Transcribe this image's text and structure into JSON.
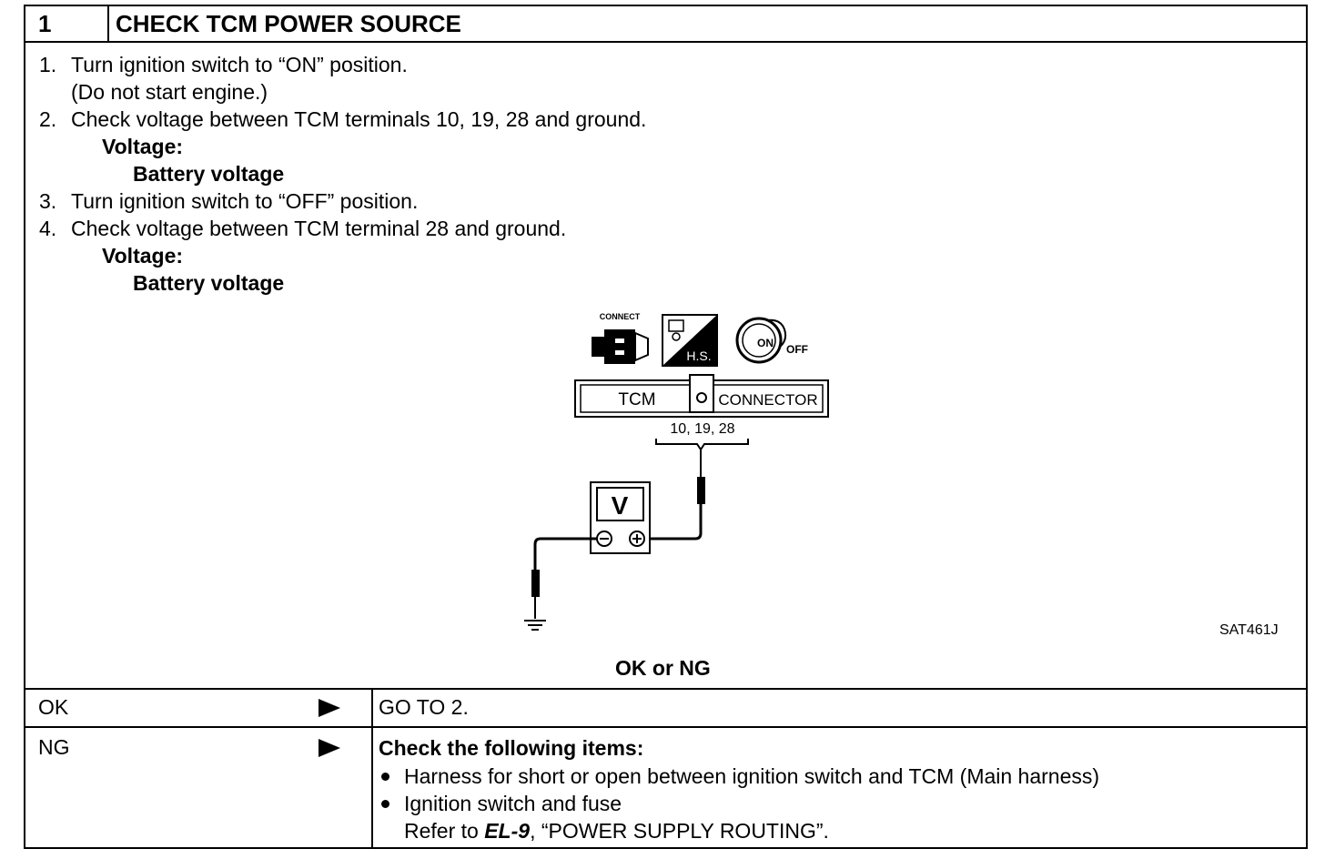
{
  "header": {
    "step_number": "1",
    "title": "CHECK TCM POWER SOURCE"
  },
  "procedure": {
    "step1_num": "1.",
    "step1_text": "Turn ignition switch to “ON” position.",
    "step1_note": "(Do not start engine.)",
    "step2_num": "2.",
    "step2_text": "Check voltage between TCM terminals 10, 19, 28 and ground.",
    "step2_label": "Voltage:",
    "step2_value": "Battery voltage",
    "step3_num": "3.",
    "step3_text": "Turn ignition switch to “OFF” position.",
    "step4_num": "4.",
    "step4_text": "Check voltage between TCM terminal 28 and ground.",
    "step4_label": "Voltage:",
    "step4_value": "Battery voltage"
  },
  "diagram": {
    "connect_label": "CONNECT",
    "hs_label": "H.S.",
    "on_label": "ON",
    "off_label": "OFF",
    "tcm_label": "TCM",
    "connector_label": "CONNECTOR",
    "terminals": "10, 19, 28",
    "meter_label": "V",
    "figure_code": "SAT461J",
    "icons": [
      "connect-icon",
      "harness-side-icon",
      "ignition-key-icon",
      "ground-icon",
      "voltmeter-icon"
    ]
  },
  "result": {
    "question": "OK or NG",
    "ok_label": "OK",
    "ok_action": "GO TO 2.",
    "ng_label": "NG",
    "ng_heading": "Check the following items:",
    "ng_item1": "Harness for short or open between ignition switch and TCM (Main harness)",
    "ng_item2": "Ignition switch and fuse",
    "ng_refer_prefix": "Refer to ",
    "ng_refer_code": "EL-9",
    "ng_refer_suffix": ", “POWER SUPPLY ROUTING”."
  }
}
